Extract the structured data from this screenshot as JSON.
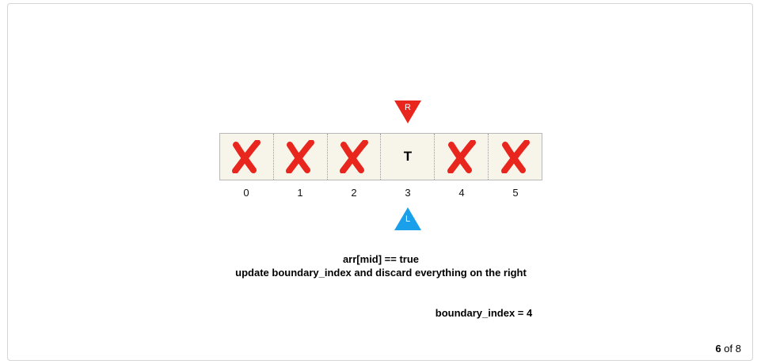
{
  "array": {
    "cells": [
      {
        "type": "cross",
        "icon": "red-x-icon",
        "text": ""
      },
      {
        "type": "cross",
        "icon": "red-x-icon",
        "text": ""
      },
      {
        "type": "cross",
        "icon": "red-x-icon",
        "text": ""
      },
      {
        "type": "text",
        "icon": "",
        "text": "T"
      },
      {
        "type": "cross",
        "icon": "red-x-icon",
        "text": ""
      },
      {
        "type": "cross",
        "icon": "red-x-icon",
        "text": ""
      }
    ],
    "indices": [
      "0",
      "1",
      "2",
      "3",
      "4",
      "5"
    ]
  },
  "pointers": {
    "right": {
      "label": "R",
      "index": 3,
      "color": "#e8261d"
    },
    "left": {
      "label": "L",
      "index": 3,
      "color": "#1aa0ea"
    }
  },
  "caption": {
    "line1": "arr[mid] == true",
    "line2": "update boundary_index and discard everything on the right"
  },
  "boundary": "boundary_index = 4",
  "pager": {
    "current": "6",
    "separator": " of ",
    "total": "8"
  },
  "colors": {
    "cross": "#e8261d",
    "cell_bg": "#f7f4ea"
  }
}
